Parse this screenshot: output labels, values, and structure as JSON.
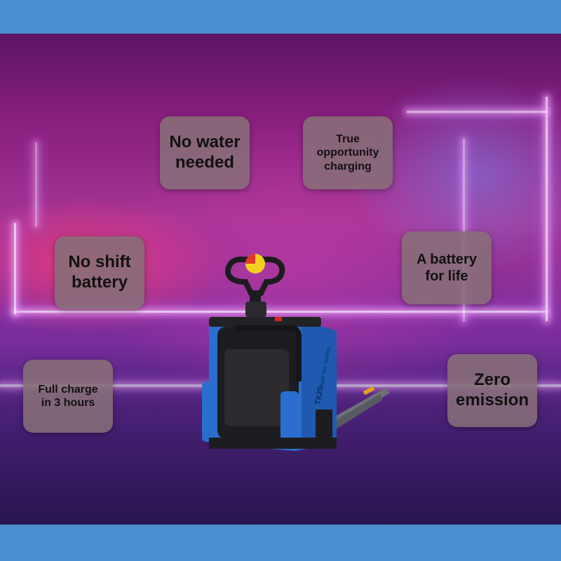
{
  "cards": {
    "no_water": [
      "No water",
      "needed"
    ],
    "opportunity": [
      "True",
      "opportunity",
      "charging"
    ],
    "no_shift": [
      "No shift",
      "battery"
    ],
    "battery_life": [
      "A battery",
      "for life"
    ],
    "full_charge": [
      "Full charge",
      "in 3 hours"
    ],
    "zero_emission": [
      "Zero",
      "emission"
    ]
  },
  "product": {
    "model": "TX20",
    "slogan": "Build Your Dreams"
  },
  "colors": {
    "frame": "#4a8fcf",
    "truck_blue": "#2a6fd0",
    "card_bg": "#877078"
  }
}
